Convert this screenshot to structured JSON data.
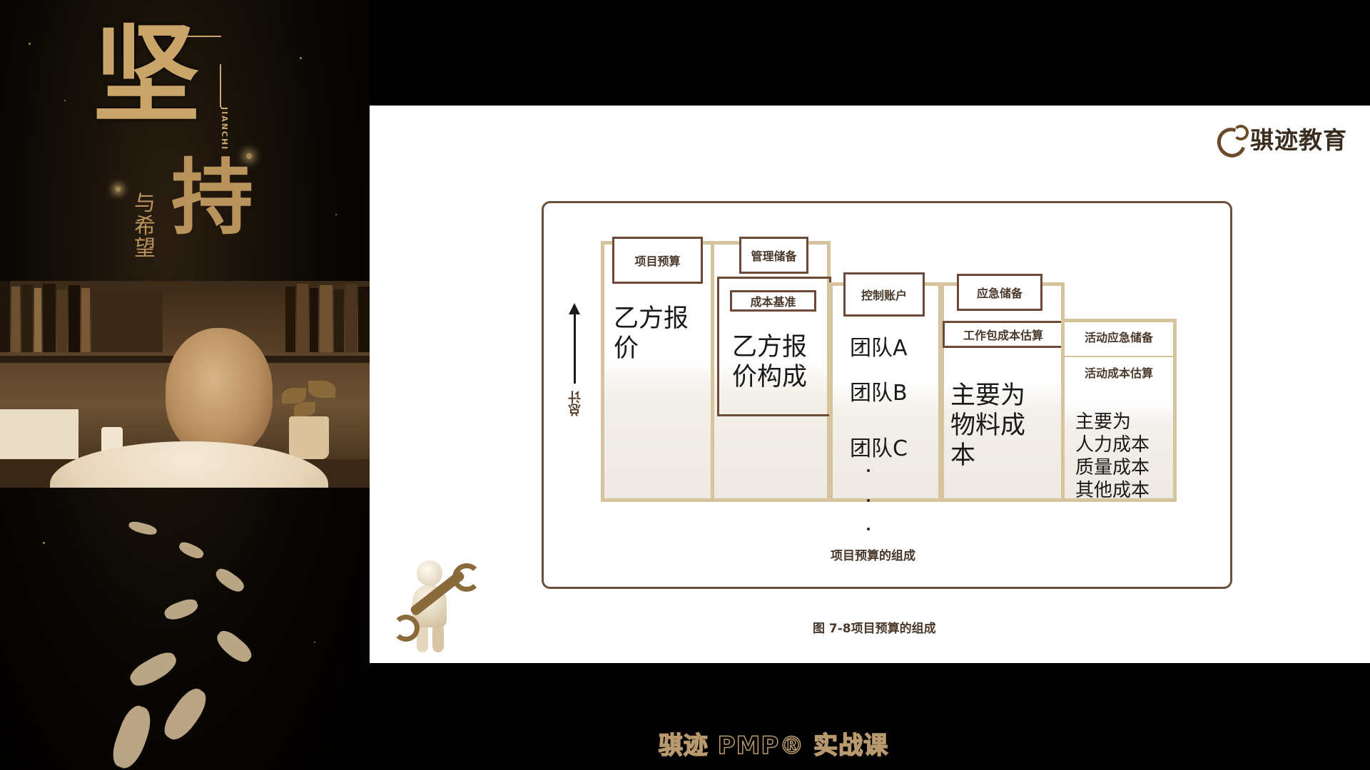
{
  "poster": {
    "title_big_1": "坚",
    "title_big_2": "持",
    "title_small": "与希望",
    "title_latin": "JIANCHI"
  },
  "brand": {
    "logo_text": "骐迹教育",
    "logo_icon": "qiji-logo-icon",
    "accent_color": "#6b4a2a"
  },
  "diagram": {
    "columns": [
      {
        "tag": "项目预算",
        "body": "乙方报价"
      },
      {
        "tag": "管理储备",
        "sub_tag": "成本基准",
        "body": "乙方报价构成"
      },
      {
        "tag": "控制账户",
        "items": [
          "团队A",
          "团队B",
          "团队C"
        ]
      },
      {
        "tag": "应急储备",
        "sub_tag": "工作包成本估算",
        "body": "主要为物料成本"
      },
      {
        "tag": "活动应急储备",
        "sub_tag": "活动成本估算",
        "body_lines": [
          "主要为",
          "人力成本",
          "质量成本",
          "其他成本"
        ]
      }
    ],
    "axis_label": "总计",
    "caption": "项目预算的组成"
  },
  "figure_caption": "图 7-8项目预算的组成",
  "course_title": "骐迹 PMP® 实战课",
  "colors": {
    "column_border": "#d6c49e",
    "tag_border": "#6d4a37",
    "frame_border": "#6a4f3a"
  }
}
